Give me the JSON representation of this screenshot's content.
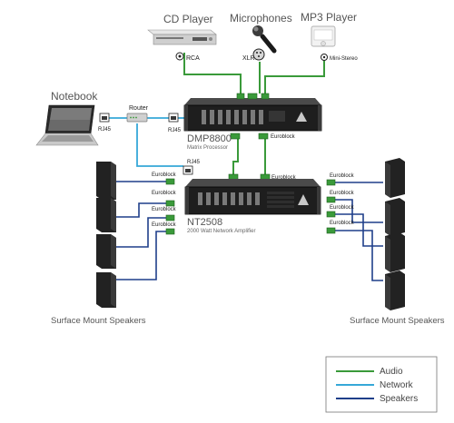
{
  "devices": {
    "cd_player": "CD Player",
    "microphones": "Microphones",
    "mp3_player": "MP3 Player",
    "notebook": "Notebook",
    "router": "Router",
    "matrix_model": "DMP8800",
    "matrix_desc": "Matrix Processor",
    "amp_model": "NT2508",
    "amp_desc": "2000 Watt Network Amplifier"
  },
  "connectors": {
    "rca": "RCA",
    "xlr": "XLR",
    "mini_stereo": "Mini-Stereo",
    "rj45": "RJ45",
    "euroblock": "Euroblock"
  },
  "speakers": {
    "left_label": "Surface Mount Speakers",
    "right_label": "Surface Mount Speakers"
  },
  "legend": {
    "items": [
      {
        "label": "Audio",
        "color": "#3a9a3a"
      },
      {
        "label": "Network",
        "color": "#36a8d8"
      },
      {
        "label": "Speakers",
        "color": "#1f3f8a"
      }
    ]
  },
  "colors": {
    "audio": "#3a9a3a",
    "network": "#36a8d8",
    "speakers": "#1f3f8a"
  }
}
